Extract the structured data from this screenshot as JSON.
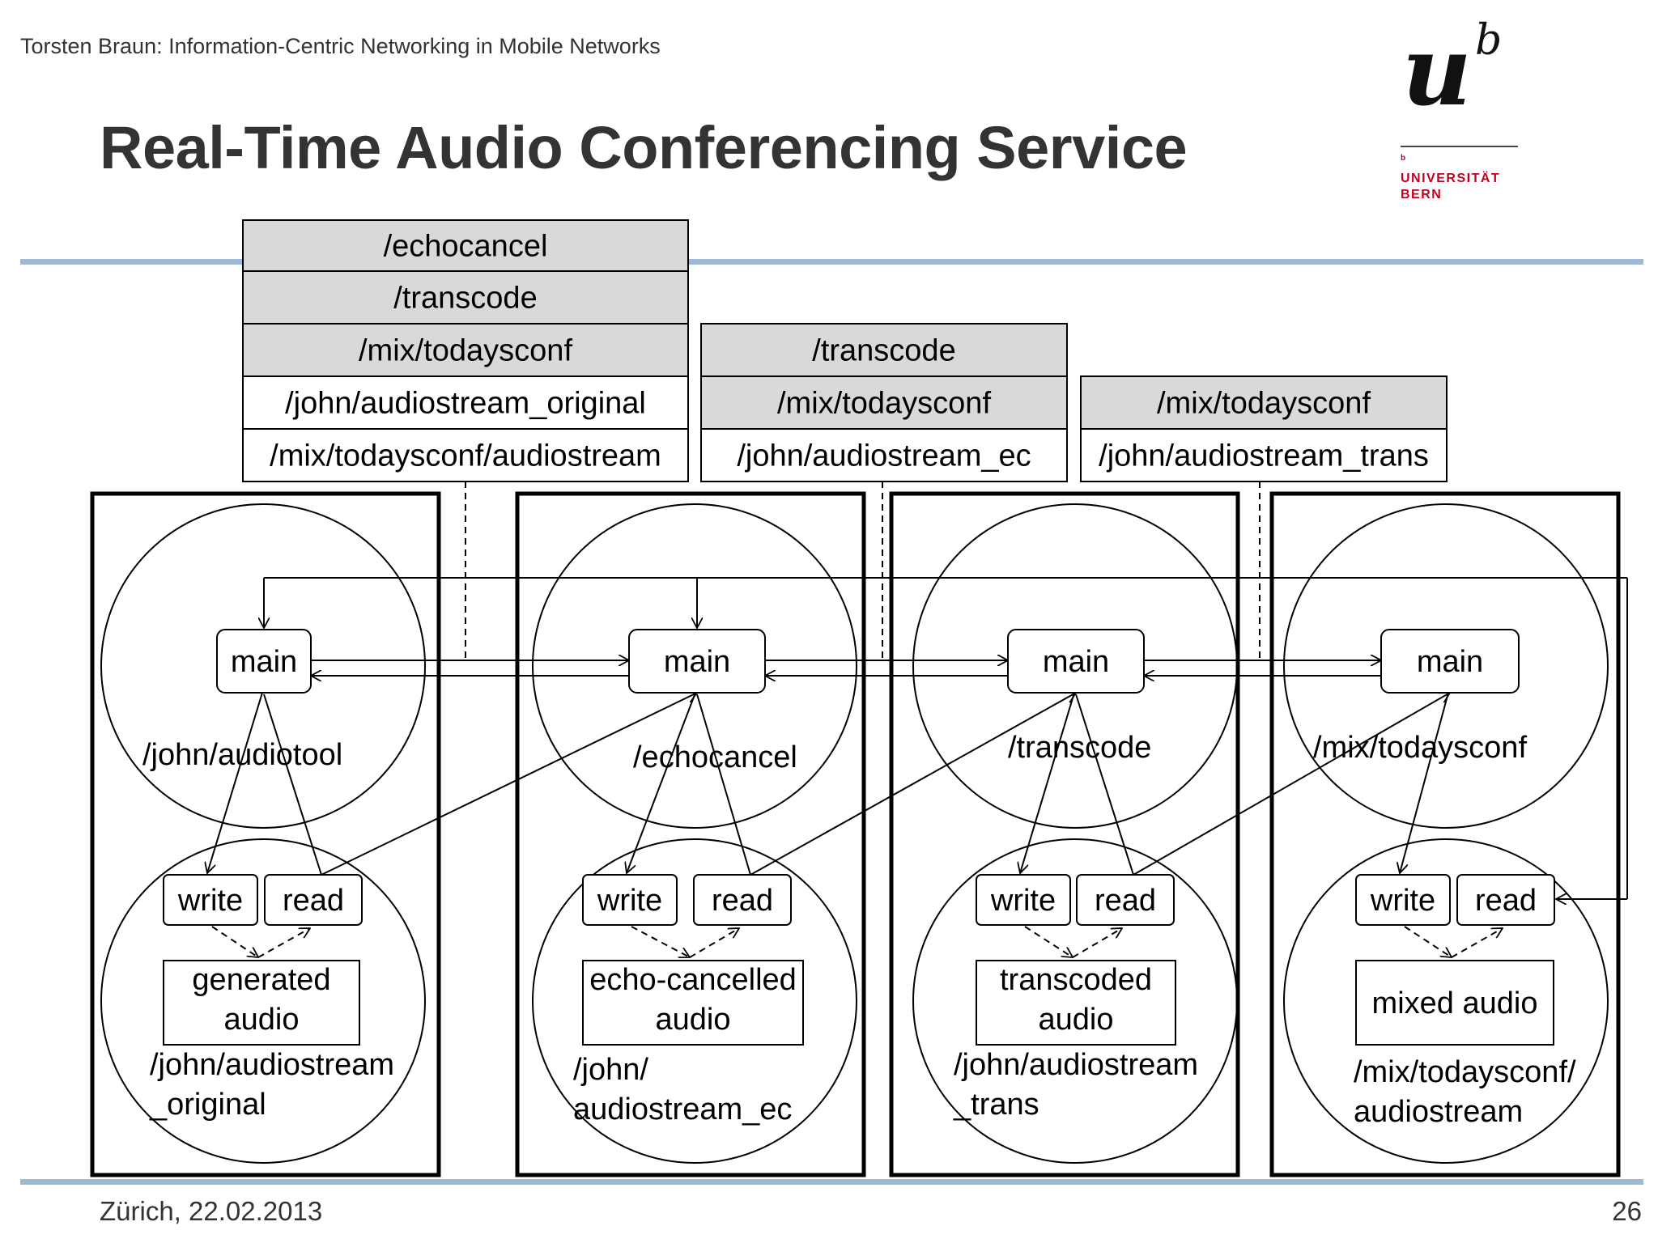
{
  "header": {
    "author_line": "Torsten Braun: Information-Centric Networking in Mobile Networks",
    "title": "Real-Time Audio Conferencing Service"
  },
  "logo": {
    "letter_u": "u",
    "letter_b": "b",
    "small_b": "b",
    "line1": "UNIVERSITÄT",
    "line2": "BERN",
    "color": "#c00020"
  },
  "footer": {
    "place_date": "Zürich, 22.02.2013",
    "page_number": "26"
  },
  "colors": {
    "rule": "#9fb8d4",
    "shaded_row": "#d9d9d9",
    "text": "#333333"
  },
  "diagram": {
    "tables": [
      {
        "rows": [
          {
            "text": "/echocancel",
            "shaded": true
          },
          {
            "text": "/transcode",
            "shaded": true
          },
          {
            "text": "/mix/todaysconf",
            "shaded": true
          },
          {
            "text": "/john/audiostream_original",
            "shaded": false
          },
          {
            "text": "/mix/todaysconf/audiostream",
            "shaded": false
          }
        ]
      },
      {
        "rows": [
          {
            "text": "/transcode",
            "shaded": true
          },
          {
            "text": "/mix/todaysconf",
            "shaded": true
          },
          {
            "text": "/john/audiostream_ec",
            "shaded": false
          }
        ]
      },
      {
        "rows": [
          {
            "text": "/mix/todaysconf",
            "shaded": true
          },
          {
            "text": "/john/audiostream_trans",
            "shaded": false
          }
        ]
      }
    ],
    "nodes": [
      {
        "main_label": "main",
        "service": "/john/audiotool",
        "write": "write",
        "read": "read",
        "store": [
          "generated",
          "audio"
        ],
        "stream": [
          "/john/audiostream",
          "_original"
        ]
      },
      {
        "main_label": "main",
        "service": "/echocancel",
        "write": "write",
        "read": "read",
        "store": [
          "echo-cancelled",
          "audio"
        ],
        "stream": [
          "/john/",
          "audiostream_ec"
        ]
      },
      {
        "main_label": "main",
        "service": "/transcode",
        "write": "write",
        "read": "read",
        "store": [
          "transcoded",
          "audio"
        ],
        "stream": [
          "/john/audiostream",
          "_trans"
        ]
      },
      {
        "main_label": "main",
        "service": "/mix/todaysconf",
        "write": "write",
        "read": "read",
        "store": [
          "mixed audio"
        ],
        "stream": [
          "/mix/todaysconf/",
          "audiostream"
        ]
      }
    ]
  }
}
